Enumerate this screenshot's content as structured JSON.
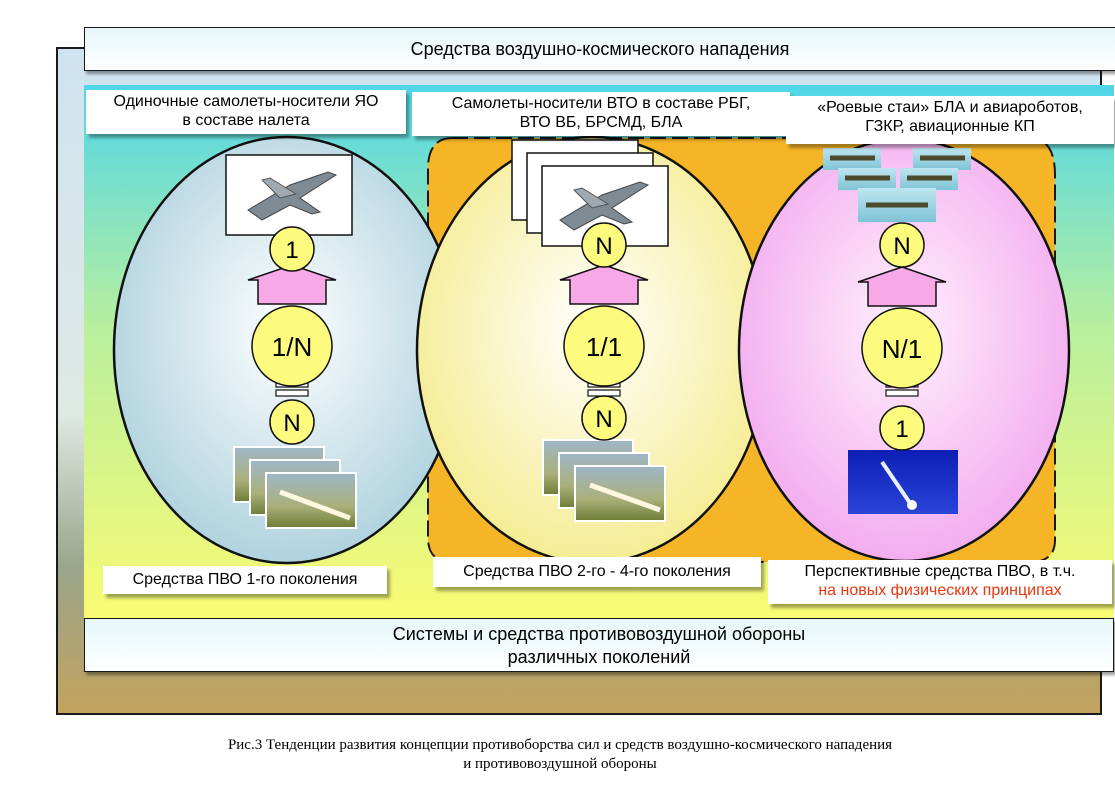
{
  "top_band": "Средства воздушно-космического  нападения",
  "bottom_band": {
    "line1": "Системы и средства противовоздушной  обороны",
    "line2": "различных  поколений"
  },
  "attack_labels": [
    {
      "line1": "Одиночные самолеты-носители ЯО",
      "line2": "в составе налета"
    },
    {
      "line1": "Самолеты-носители ВТО в составе РБГ,",
      "line2": "ВТО ВБ, БРСМД, БЛА"
    },
    {
      "line1": "«Роевые стаи» БЛА и авиароботов,",
      "line2": "ГЗКР, авиационные КП"
    }
  ],
  "defense_labels": [
    {
      "line1": "Средства ПВО 1-го  поколения"
    },
    {
      "line1": "Средства ПВО 2-го -  4-го поколения"
    },
    {
      "line1": "Перспективные средства ПВО, в т.ч.",
      "line2": "на новых физических принципах"
    }
  ],
  "columns": [
    {
      "top": "1",
      "ratio": "1/N",
      "bottom": "N"
    },
    {
      "top": "N",
      "ratio": "1/1",
      "bottom": "N"
    },
    {
      "top": "N",
      "ratio": "N/1",
      "bottom": "1"
    }
  ],
  "caption": {
    "line1": "Рис.3   Тенденции развития концепции противоборства сил и средств воздушно-космического нападения",
    "line2": "и противовоздушной обороны"
  },
  "colors": {
    "ellipse_left": "#cde4ec",
    "ellipse_mid": "#fbf4b2",
    "ellipse_right": "#f6c2f3",
    "blob": "#f5b526",
    "circle_fill": "#fdfb7e",
    "arrow_fill": "#f7a8e6",
    "accent_red": "#e8350e"
  }
}
